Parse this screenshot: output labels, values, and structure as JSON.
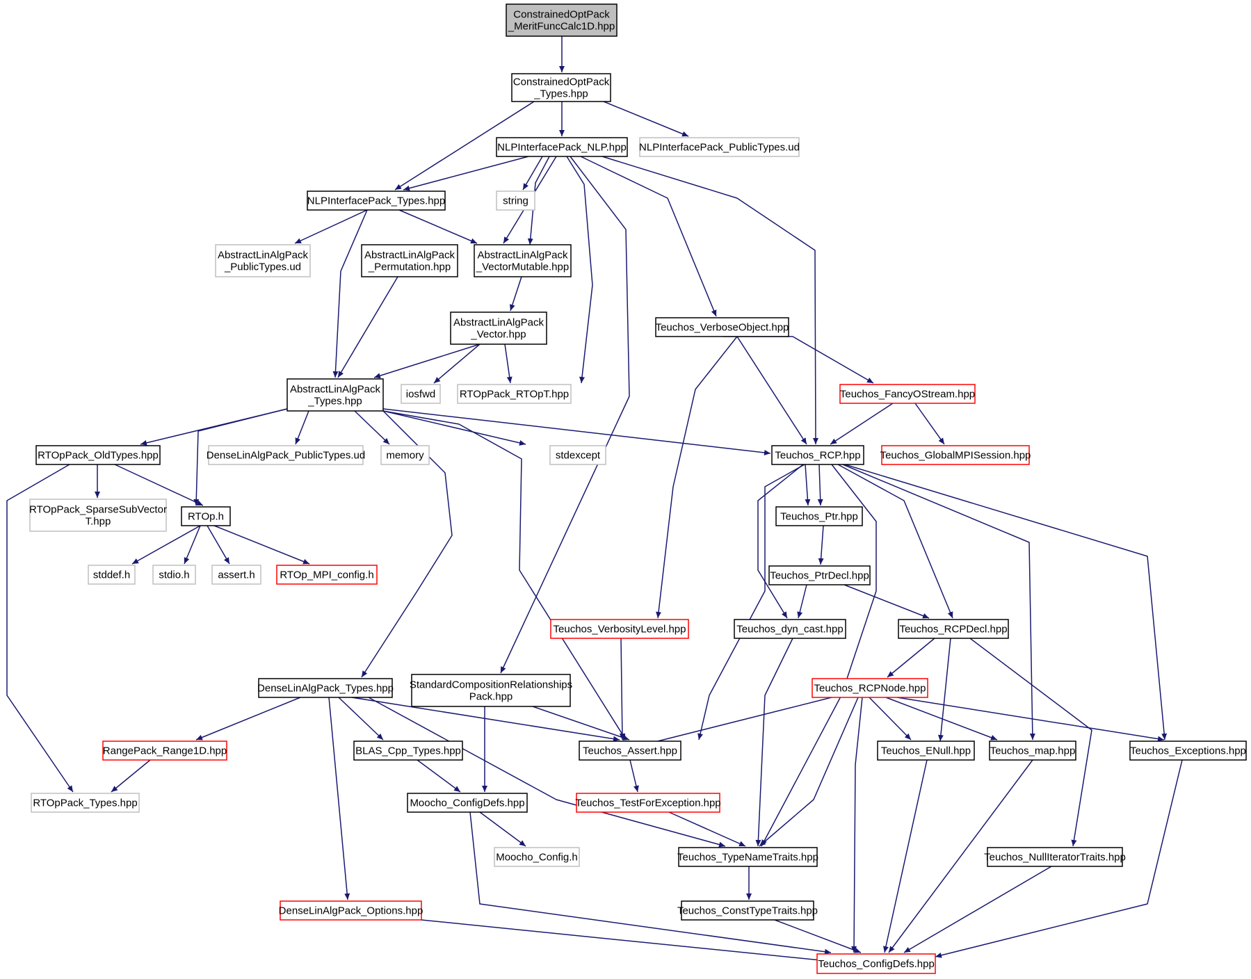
{
  "colors": {
    "edge": "#191970",
    "border_normal": "#000000",
    "border_external": "#bfbfbf",
    "border_red": "#ff0000",
    "fill_root": "#bfbfbf",
    "fill_default": "#ffffff"
  },
  "nodes": [
    {
      "id": "root",
      "lines": [
        "ConstrainedOptPack",
        "_MeritFuncCalc1D.hpp"
      ],
      "kind": "root"
    },
    {
      "id": "cop_types",
      "lines": [
        "ConstrainedOptPack",
        "_Types.hpp"
      ],
      "kind": "normal"
    },
    {
      "id": "nlp_nlp",
      "lines": [
        "NLPInterfacePack_NLP.hpp"
      ],
      "kind": "normal"
    },
    {
      "id": "nlp_public",
      "lines": [
        "NLPInterfacePack_PublicTypes.ud"
      ],
      "kind": "external"
    },
    {
      "id": "nlp_types",
      "lines": [
        "NLPInterfacePack_Types.hpp"
      ],
      "kind": "normal"
    },
    {
      "id": "string",
      "lines": [
        "string"
      ],
      "kind": "external"
    },
    {
      "id": "ala_public",
      "lines": [
        "AbstractLinAlgPack",
        "_PublicTypes.ud"
      ],
      "kind": "external"
    },
    {
      "id": "ala_perm",
      "lines": [
        "AbstractLinAlgPack",
        "_Permutation.hpp"
      ],
      "kind": "normal"
    },
    {
      "id": "ala_vecmut",
      "lines": [
        "AbstractLinAlgPack",
        "_VectorMutable.hpp"
      ],
      "kind": "normal"
    },
    {
      "id": "ala_vector",
      "lines": [
        "AbstractLinAlgPack",
        "_Vector.hpp"
      ],
      "kind": "normal"
    },
    {
      "id": "t_verbobj",
      "lines": [
        "Teuchos_VerboseObject.hpp"
      ],
      "kind": "normal"
    },
    {
      "id": "ala_types",
      "lines": [
        "AbstractLinAlgPack",
        "_Types.hpp"
      ],
      "kind": "normal"
    },
    {
      "id": "iosfwd",
      "lines": [
        "iosfwd"
      ],
      "kind": "external"
    },
    {
      "id": "rtop_rtopt",
      "lines": [
        "RTOpPack_RTOpT.hpp"
      ],
      "kind": "external"
    },
    {
      "id": "t_fancy",
      "lines": [
        "Teuchos_FancyOStream.hpp"
      ],
      "kind": "red"
    },
    {
      "id": "rtop_oldtypes",
      "lines": [
        "RTOpPack_OldTypes.hpp"
      ],
      "kind": "normal"
    },
    {
      "id": "dla_public",
      "lines": [
        "DenseLinAlgPack_PublicTypes.ud"
      ],
      "kind": "external"
    },
    {
      "id": "memory",
      "lines": [
        "memory"
      ],
      "kind": "external"
    },
    {
      "id": "stdexcept",
      "lines": [
        "stdexcept"
      ],
      "kind": "external"
    },
    {
      "id": "t_rcp",
      "lines": [
        "Teuchos_RCP.hpp"
      ],
      "kind": "normal"
    },
    {
      "id": "t_globalmpi",
      "lines": [
        "Teuchos_GlobalMPISession.hpp"
      ],
      "kind": "red"
    },
    {
      "id": "rtop_sparse",
      "lines": [
        "RTOpPack_SparseSubVector",
        "T.hpp"
      ],
      "kind": "external"
    },
    {
      "id": "rtop_h",
      "lines": [
        "RTOp.h"
      ],
      "kind": "normal"
    },
    {
      "id": "t_ptr",
      "lines": [
        "Teuchos_Ptr.hpp"
      ],
      "kind": "normal"
    },
    {
      "id": "stddef",
      "lines": [
        "stddef.h"
      ],
      "kind": "external"
    },
    {
      "id": "stdio",
      "lines": [
        "stdio.h"
      ],
      "kind": "external"
    },
    {
      "id": "assert",
      "lines": [
        "assert.h"
      ],
      "kind": "external"
    },
    {
      "id": "rtop_mpi",
      "lines": [
        "RTOp_MPI_config.h"
      ],
      "kind": "red"
    },
    {
      "id": "t_ptrdecl",
      "lines": [
        "Teuchos_PtrDecl.hpp"
      ],
      "kind": "normal"
    },
    {
      "id": "t_verblevel",
      "lines": [
        "Teuchos_VerbosityLevel.hpp"
      ],
      "kind": "red"
    },
    {
      "id": "t_dyncast",
      "lines": [
        "Teuchos_dyn_cast.hpp"
      ],
      "kind": "normal"
    },
    {
      "id": "t_rcpdecl",
      "lines": [
        "Teuchos_RCPDecl.hpp"
      ],
      "kind": "normal"
    },
    {
      "id": "dla_types",
      "lines": [
        "DenseLinAlgPack_Types.hpp"
      ],
      "kind": "normal"
    },
    {
      "id": "scr_pack",
      "lines": [
        "StandardCompositionRelationships",
        "Pack.hpp"
      ],
      "kind": "normal"
    },
    {
      "id": "t_rcpnode",
      "lines": [
        "Teuchos_RCPNode.hpp"
      ],
      "kind": "red"
    },
    {
      "id": "rp_range1d",
      "lines": [
        "RangePack_Range1D.hpp"
      ],
      "kind": "red"
    },
    {
      "id": "blas_types",
      "lines": [
        "BLAS_Cpp_Types.hpp"
      ],
      "kind": "normal"
    },
    {
      "id": "t_assert",
      "lines": [
        "Teuchos_Assert.hpp"
      ],
      "kind": "normal"
    },
    {
      "id": "t_enull",
      "lines": [
        "Teuchos_ENull.hpp"
      ],
      "kind": "normal"
    },
    {
      "id": "t_map",
      "lines": [
        "Teuchos_map.hpp"
      ],
      "kind": "normal"
    },
    {
      "id": "t_exceptions",
      "lines": [
        "Teuchos_Exceptions.hpp"
      ],
      "kind": "normal"
    },
    {
      "id": "rtop_types",
      "lines": [
        "RTOpPack_Types.hpp"
      ],
      "kind": "external"
    },
    {
      "id": "moocho_cfgdefs",
      "lines": [
        "Moocho_ConfigDefs.hpp"
      ],
      "kind": "normal"
    },
    {
      "id": "t_testforexc",
      "lines": [
        "Teuchos_TestForException.hpp"
      ],
      "kind": "red"
    },
    {
      "id": "moocho_config",
      "lines": [
        "Moocho_Config.h"
      ],
      "kind": "external"
    },
    {
      "id": "t_typename",
      "lines": [
        "Teuchos_TypeNameTraits.hpp"
      ],
      "kind": "normal"
    },
    {
      "id": "t_nulliter",
      "lines": [
        "Teuchos_NullIteratorTraits.hpp"
      ],
      "kind": "normal"
    },
    {
      "id": "dla_options",
      "lines": [
        "DenseLinAlgPack_Options.hpp"
      ],
      "kind": "red"
    },
    {
      "id": "t_consttype",
      "lines": [
        "Teuchos_ConstTypeTraits.hpp"
      ],
      "kind": "normal"
    },
    {
      "id": "t_configdefs",
      "lines": [
        "Teuchos_ConfigDefs.hpp"
      ],
      "kind": "red"
    }
  ]
}
